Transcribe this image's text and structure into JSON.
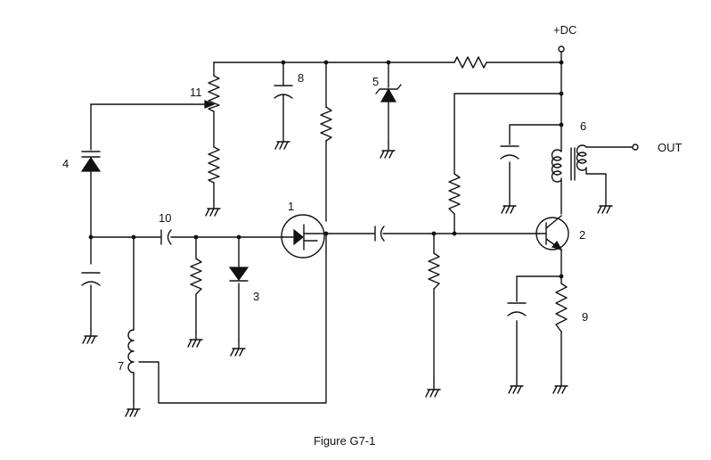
{
  "caption": "Figure G7-1",
  "labels": {
    "supply": "+DC",
    "output": "OUT",
    "c1": "1",
    "c2": "2",
    "c3": "3",
    "c4": "4",
    "c5": "5",
    "c6": "6",
    "c7": "7",
    "c8": "8",
    "c9": "9",
    "c10": "10",
    "c11": "11"
  }
}
